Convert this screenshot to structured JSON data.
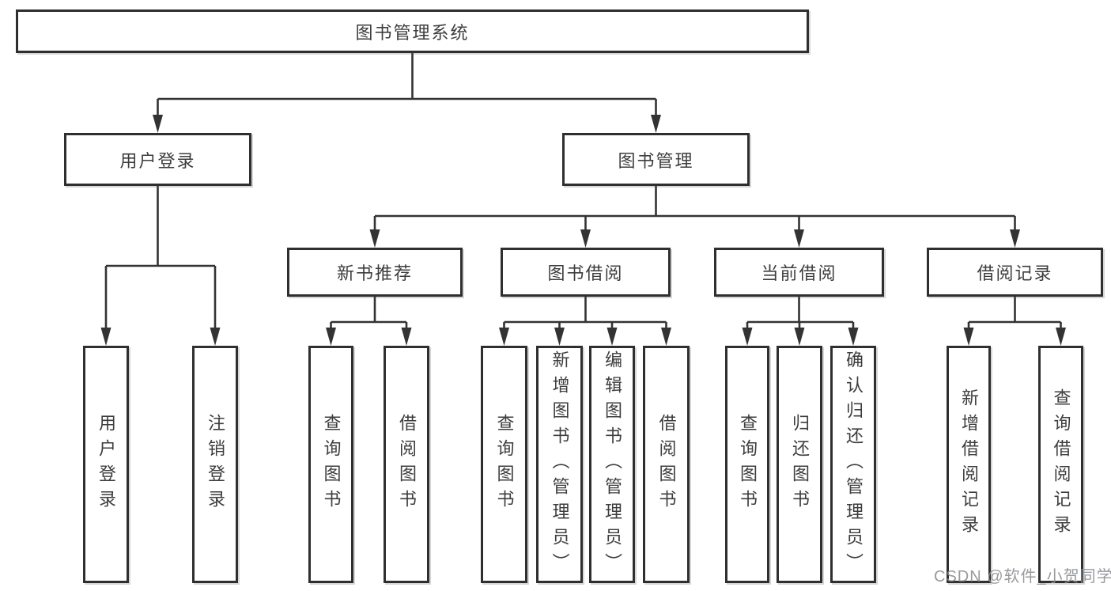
{
  "tree": {
    "label": "图书管理系统",
    "children": [
      {
        "label": "用户登录",
        "children": [
          {
            "label": "用户登录"
          },
          {
            "label": "注销登录"
          }
        ]
      },
      {
        "label": "图书管理",
        "children": [
          {
            "label": "新书推荐",
            "children": [
              {
                "label": "查询图书"
              },
              {
                "label": "借阅图书"
              }
            ]
          },
          {
            "label": "图书借阅",
            "children": [
              {
                "label": "查询图书"
              },
              {
                "label": "新增图书（管理员）"
              },
              {
                "label": "编辑图书（管理员）"
              },
              {
                "label": "借阅图书"
              }
            ]
          },
          {
            "label": "当前借阅",
            "children": [
              {
                "label": "查询图书"
              },
              {
                "label": "归还图书"
              },
              {
                "label": "确认归还（管理员）"
              }
            ]
          },
          {
            "label": "借阅记录",
            "children": [
              {
                "label": "新增借阅记录"
              },
              {
                "label": "查询借阅记录"
              }
            ]
          }
        ]
      }
    ]
  },
  "watermark": "CSDN @软件_小贺同学",
  "colors": {
    "line": "#333333",
    "border": "#2f2f2f",
    "text": "#3d3d3d",
    "watermark": "#8c8f94",
    "background": "#ffffff"
  }
}
